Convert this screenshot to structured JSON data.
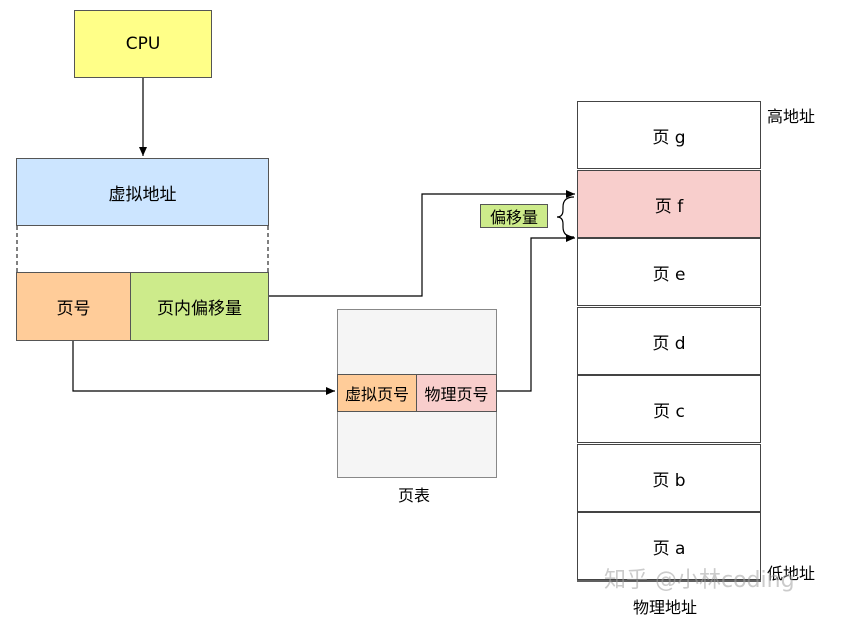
{
  "cpu": {
    "label": "CPU",
    "color": "#ffff88"
  },
  "virtual_address": {
    "label": "虚拟地址",
    "color": "#cce5ff"
  },
  "page_number": {
    "label": "页号",
    "color": "#ffcc99"
  },
  "page_offset": {
    "label": "页内偏移量",
    "color": "#cdeb8b"
  },
  "page_table": {
    "label": "页表",
    "virtual_page_label": "虚拟页号",
    "physical_page_label": "物理页号",
    "bg_color": "#f5f5f5",
    "physical_page_color": "#f8cecc"
  },
  "offset_tag": {
    "label": "偏移量",
    "color": "#cdeb8b"
  },
  "physical_memory": {
    "title": "物理地址",
    "high_label": "高地址",
    "low_label": "低地址",
    "highlight_color": "#f8cecc",
    "pages": [
      {
        "label": "页 g",
        "highlight": false
      },
      {
        "label": "页 f",
        "highlight": true
      },
      {
        "label": "页 e",
        "highlight": false
      },
      {
        "label": "页 d",
        "highlight": false
      },
      {
        "label": "页 c",
        "highlight": false
      },
      {
        "label": "页 b",
        "highlight": false
      },
      {
        "label": "页 a",
        "highlight": false
      }
    ]
  },
  "watermark": "知乎 @小林coding"
}
